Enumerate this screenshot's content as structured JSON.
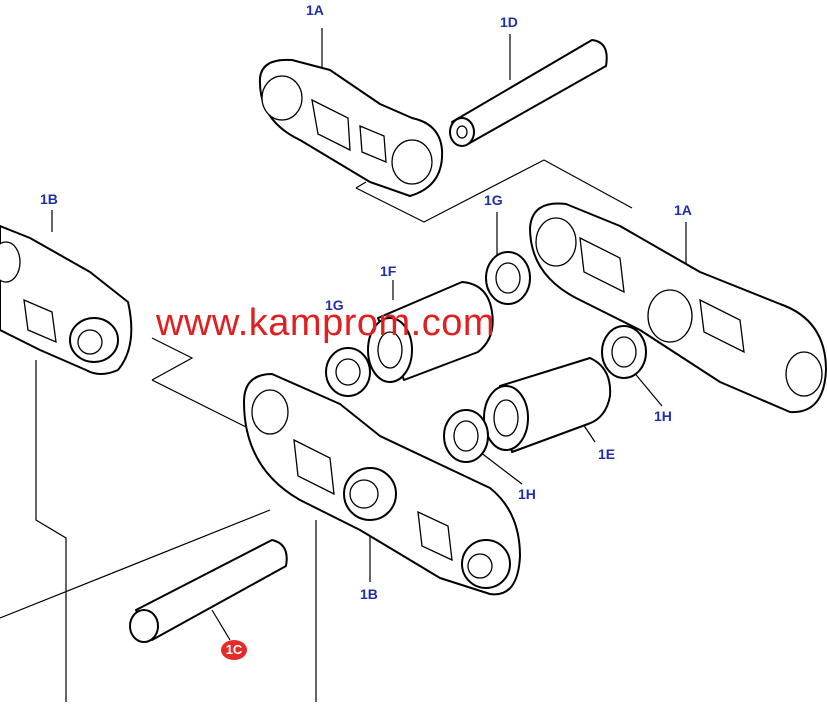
{
  "diagram": {
    "labels": {
      "l1A_top": "1A",
      "l1D": "1D",
      "l1B_left": "1B",
      "l1G_upper": "1G",
      "l1A_right": "1A",
      "l1F": "1F",
      "l1G_lower": "1G",
      "l1H_right": "1H",
      "l1E": "1E",
      "l1H_lower": "1H",
      "l1B_bottom": "1B",
      "l1C": "1C"
    },
    "watermark": "www.kamprom.com",
    "colors": {
      "label": "#1f2fa8",
      "watermark": "#e02020",
      "highlight": "#e52a2a"
    }
  }
}
